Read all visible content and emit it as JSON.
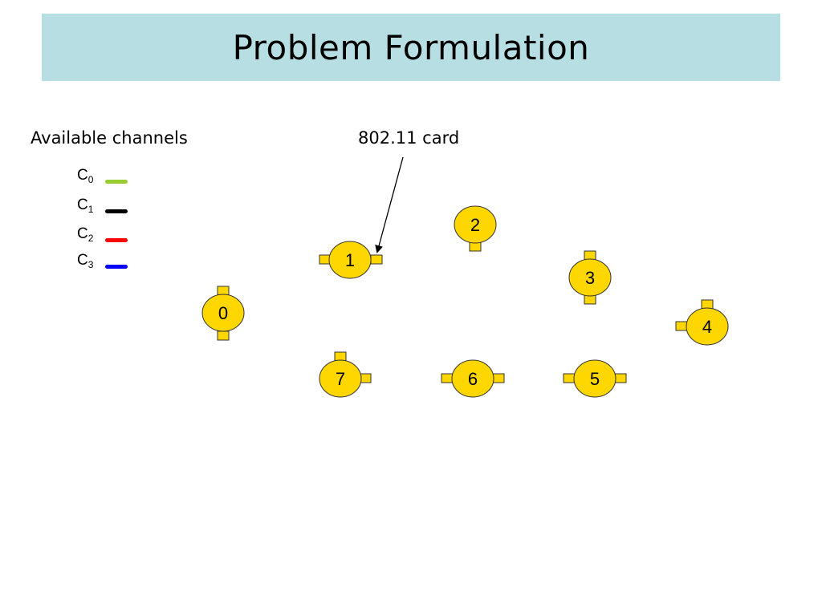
{
  "title": "Problem Formulation",
  "available_label": "Available channels",
  "card_label": "802.11 card",
  "channels": [
    {
      "base": "C",
      "sub": "0",
      "color": "#99cc33"
    },
    {
      "base": "C",
      "sub": "1",
      "color": "#000000"
    },
    {
      "base": "C",
      "sub": "2",
      "color": "#ff0000"
    },
    {
      "base": "C",
      "sub": "3",
      "color": "#0000ff"
    }
  ],
  "colors": {
    "header_bg": "#b7dee2",
    "node_fill": "#ffd700",
    "node_stroke": "#333333"
  },
  "nodes": [
    "0",
    "1",
    "2",
    "3",
    "4",
    "5",
    "6",
    "7"
  ]
}
